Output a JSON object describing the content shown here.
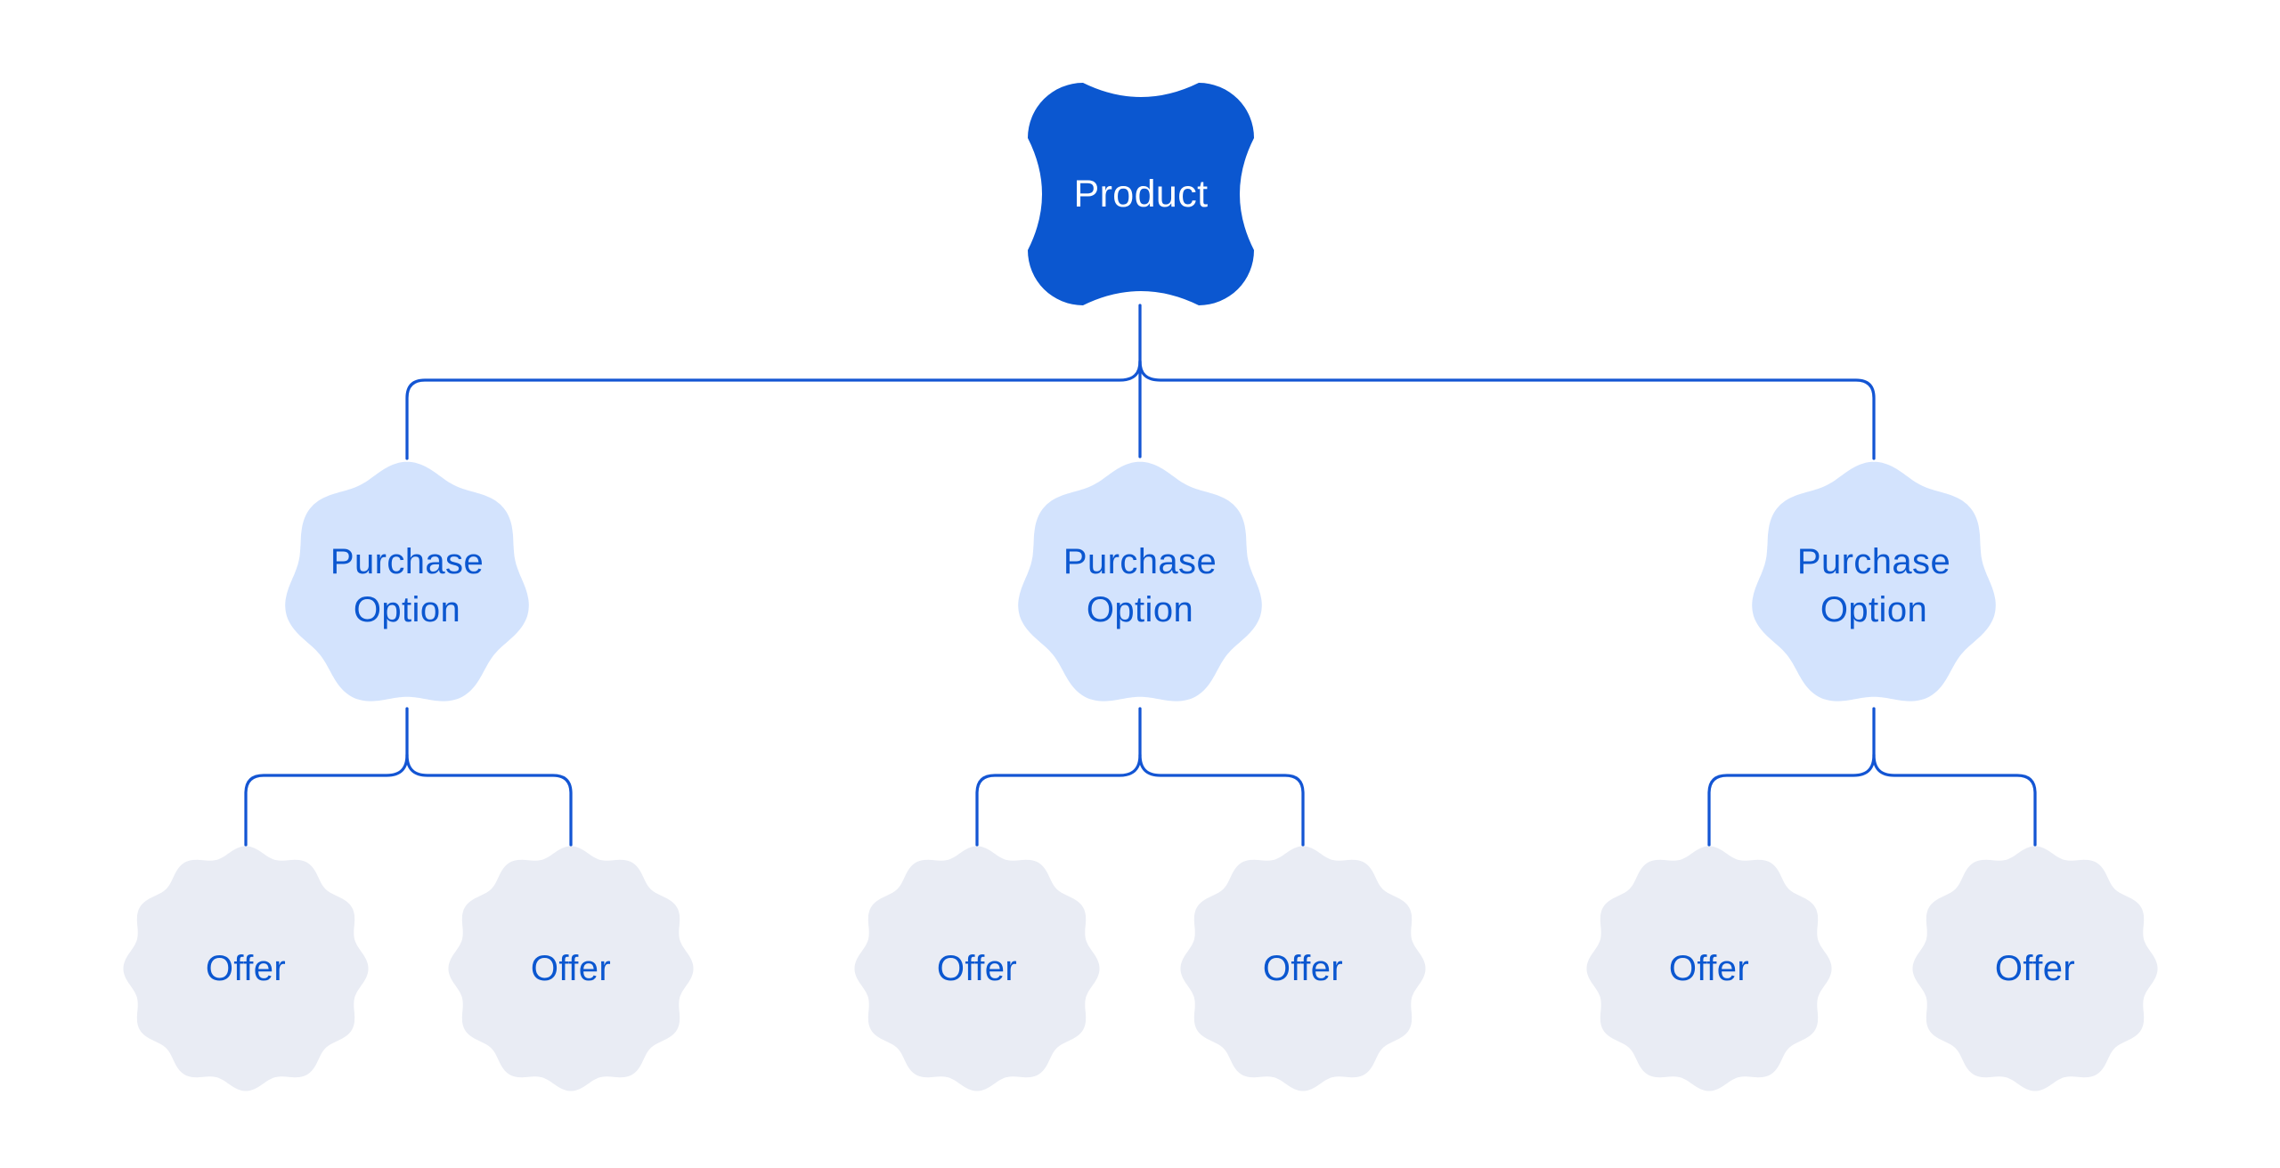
{
  "colors": {
    "background": "#ffffff",
    "connector": "#1355d3",
    "product_fill": "#0b57d0",
    "product_text": "#ffffff",
    "purchase_fill": "#d3e3fd",
    "offer_fill": "#e9ecf4",
    "label_text": "#0b57d0"
  },
  "diagram": {
    "type": "tree",
    "root": {
      "label": "Product"
    },
    "purchase_options": [
      {
        "label_line1": "Purchase",
        "label_line2": "Option"
      },
      {
        "label_line1": "Purchase",
        "label_line2": "Option"
      },
      {
        "label_line1": "Purchase",
        "label_line2": "Option"
      }
    ],
    "offers": [
      {
        "label": "Offer"
      },
      {
        "label": "Offer"
      },
      {
        "label": "Offer"
      },
      {
        "label": "Offer"
      },
      {
        "label": "Offer"
      },
      {
        "label": "Offer"
      }
    ]
  }
}
